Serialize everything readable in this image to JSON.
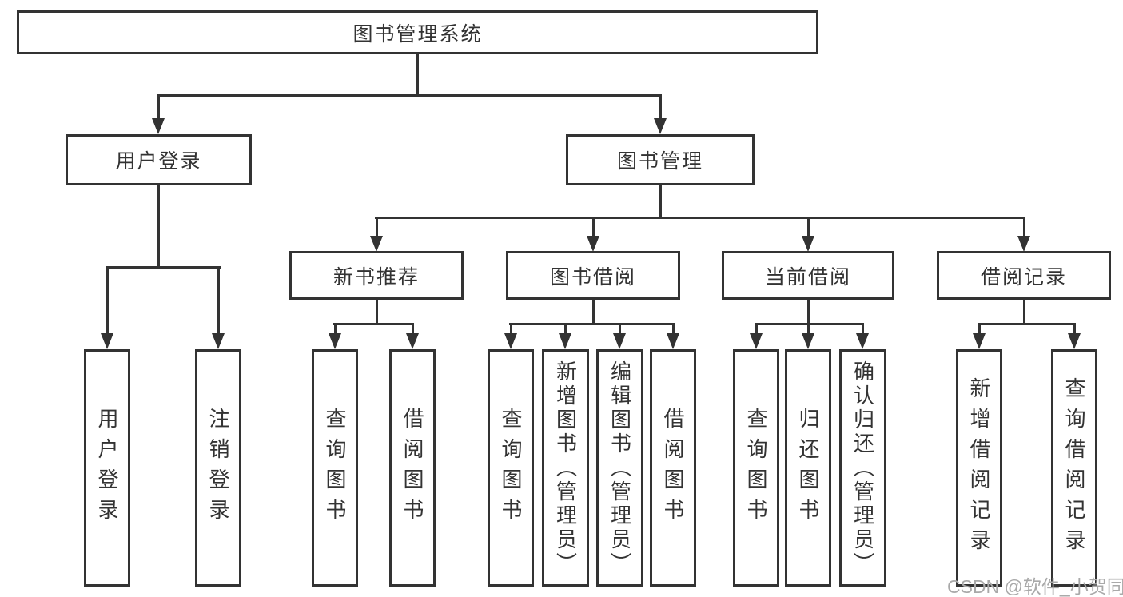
{
  "diagram_type": "hierarchy-tree",
  "tree": {
    "root": {
      "label": "图书管理系统",
      "children": [
        {
          "label": "用户登录",
          "children": [
            {
              "label": "用户登录"
            },
            {
              "label": "注销登录"
            }
          ]
        },
        {
          "label": "图书管理",
          "children": [
            {
              "label": "新书推荐",
              "children": [
                {
                  "label": "查询图书"
                },
                {
                  "label": "借阅图书"
                }
              ]
            },
            {
              "label": "图书借阅",
              "children": [
                {
                  "label": "查询图书"
                },
                {
                  "label": "新增图书（管理员）"
                },
                {
                  "label": "编辑图书（管理员）"
                },
                {
                  "label": "借阅图书"
                }
              ]
            },
            {
              "label": "当前借阅",
              "children": [
                {
                  "label": "查询图书"
                },
                {
                  "label": "归还图书"
                },
                {
                  "label": "确认归还（管理员）"
                }
              ]
            },
            {
              "label": "借阅记录",
              "children": [
                {
                  "label": "新增借阅记录"
                },
                {
                  "label": "查询借阅记录"
                }
              ]
            }
          ]
        }
      ]
    }
  },
  "watermark": "CSDN @软件_小贺同学",
  "colors": {
    "line": "#333333",
    "text": "#333333",
    "background": "#ffffff",
    "watermark": "#a9a9a9"
  }
}
